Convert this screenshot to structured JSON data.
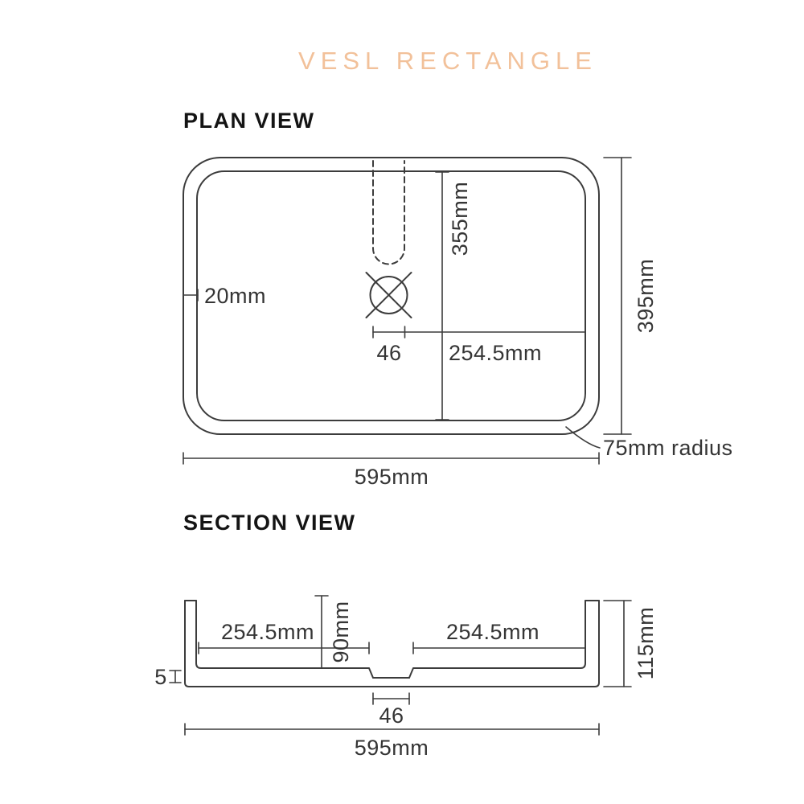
{
  "title": "VESL RECTANGLE",
  "colors": {
    "accent": "#f2c19a",
    "line": "#3c3c3c",
    "text": "#353535"
  },
  "plan_view": {
    "heading": "PLAN VIEW",
    "labels": {
      "inner_length": "355mm",
      "wall_thickness": "20mm",
      "drain_width": "46",
      "drain_to_edge": "254.5mm",
      "overall_depth": "395mm",
      "corner_radius": "75mm radius",
      "overall_width": "595mm"
    }
  },
  "section_view": {
    "heading": "SECTION VIEW",
    "labels": {
      "left_to_drain": "254.5mm",
      "right_to_drain": "254.5mm",
      "inner_depth": "90mm",
      "base_thickness": "5",
      "overall_height": "115mm",
      "drain_width": "46",
      "overall_width": "595mm"
    }
  }
}
